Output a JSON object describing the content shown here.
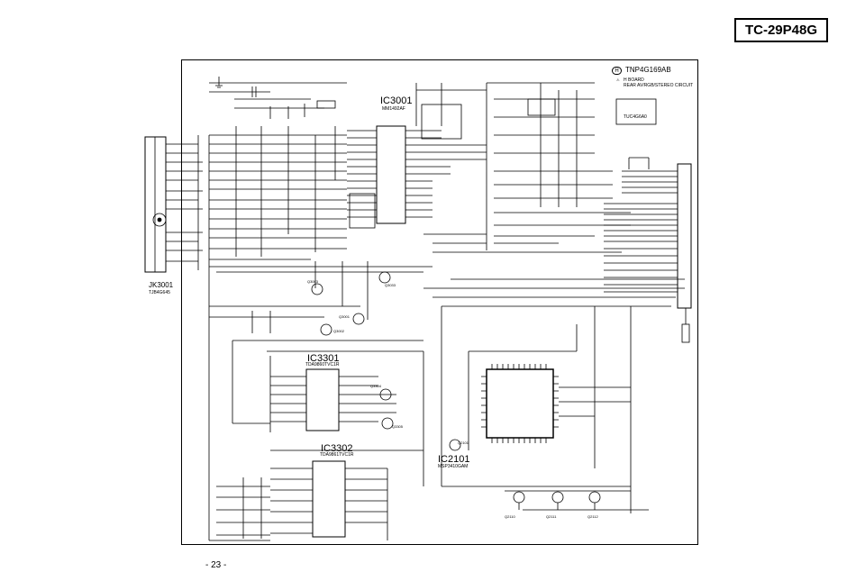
{
  "model": "TC-29P48G",
  "board": {
    "badge": "H",
    "code": "TNP4G169AB",
    "line1": "H BOARD",
    "line2": "REAR AV/RGB/STEREO CIRCUIT",
    "tuner": "TUC4G6A0"
  },
  "components": {
    "ic3001": "IC3001",
    "ic3001_part": "MM1492AF",
    "ic3301": "IC3301",
    "ic3301_part": "TDA9860TVC1R",
    "ic3302": "IC3302",
    "ic3302_part": "TDA9861TVC1R",
    "ic2101": "IC2101",
    "ic2101_part": "MSP3410GAM",
    "jk3001": "JK3001",
    "jk3001_part": "TJB4G645",
    "q3003": "Q3003",
    "q3033": "Q3033",
    "q3001": "Q3001",
    "q3002": "Q3002",
    "q3304": "Q3304",
    "q3305": "Q3305",
    "q2101": "Q2101",
    "q2110": "Q2110",
    "q2111": "Q2111",
    "q2112": "Q2112"
  },
  "page": "- 23 -"
}
